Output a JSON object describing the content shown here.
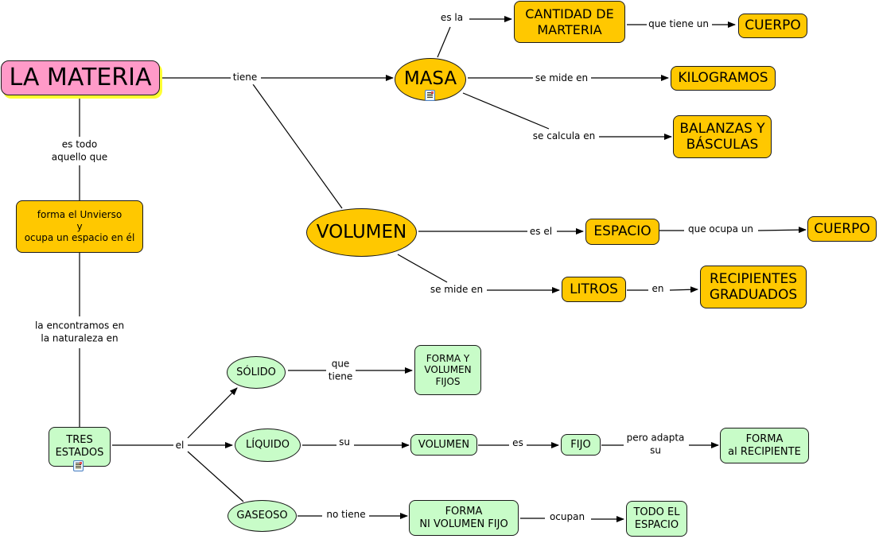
{
  "title": "LA MATERIA",
  "nodes": {
    "materia": "LA MATERIA",
    "masa": "MASA",
    "cantidad": "CANTIDAD  DE\nMARTERIA",
    "cuerpo1": "CUERPO",
    "kilogramos": "KILOGRAMOS",
    "balanzas": "BALANZAS Y\nBÁSCULAS",
    "universo": "forma el Unvierso\ny\nocupa un espacio en él",
    "volumen": "VOLUMEN",
    "espacio": "ESPACIO",
    "cuerpo2": "CUERPO",
    "litros": "LITROS",
    "recipientes": "RECIPIENTES\nGRADUADOS",
    "tres_estados": "TRES\nESTADOS",
    "solido": "SÓLIDO",
    "forma_volumen_fijos": "FORMA Y\nVOLUMEN\nFIJOS",
    "liquido": "LÍQUIDO",
    "volumen_liq": "VOLUMEN",
    "fijo": "FIJO",
    "forma_recipiente": "FORMA\nal RECIPIENTE",
    "gaseoso": "GASEOSO",
    "forma_ni_volumen": "FORMA\nNI VOLUMEN FIJO",
    "todo_espacio": "TODO EL\nESPACIO"
  },
  "links": {
    "tiene": "tiene",
    "es_la": "es la",
    "que_tiene_un": "que tiene un",
    "se_mide_en_masa": "se mide en",
    "se_calcula_en": "se calcula en",
    "es_todo": "es todo\naquello que",
    "encontramos": "la encontramos en\nla naturaleza en",
    "es_el": "es el",
    "que_ocupa_un": "que ocupa un",
    "se_mide_en_vol": "se mide en",
    "en": "en",
    "el": "el",
    "que_tiene": "que\ntiene",
    "su": "su",
    "es": "es",
    "pero_adapta": "pero adapta\nsu",
    "no_tiene": "no tiene",
    "ocupan": "ocupan"
  },
  "icons": [
    "resource-icon-masa",
    "resource-icon-tres-estados"
  ],
  "colors": {
    "gold": "#ffc800",
    "green": "#c8fcc8",
    "pink": "#ff9ac8",
    "shadow": "#ffff33"
  }
}
